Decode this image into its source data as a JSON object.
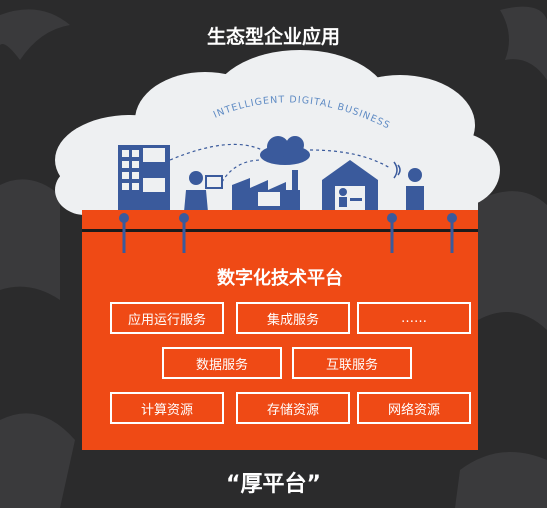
{
  "title": "生态型企业应用",
  "cloud_text": "INTELLIGENT DIGITAL BUSINESS",
  "platform": {
    "title": "数字化技术平台",
    "rows": [
      [
        "应用运行服务",
        "集成服务",
        "……"
      ],
      [
        "数据服务",
        "互联服务"
      ],
      [
        "计算资源",
        "存储资源",
        "网络资源"
      ]
    ]
  },
  "footer": "“厚平台”",
  "colors": {
    "background": "#2b2b2c",
    "platform": "#ef4a15",
    "icon_blue": "#3a5a9c",
    "cloud": "#eef0f2"
  }
}
